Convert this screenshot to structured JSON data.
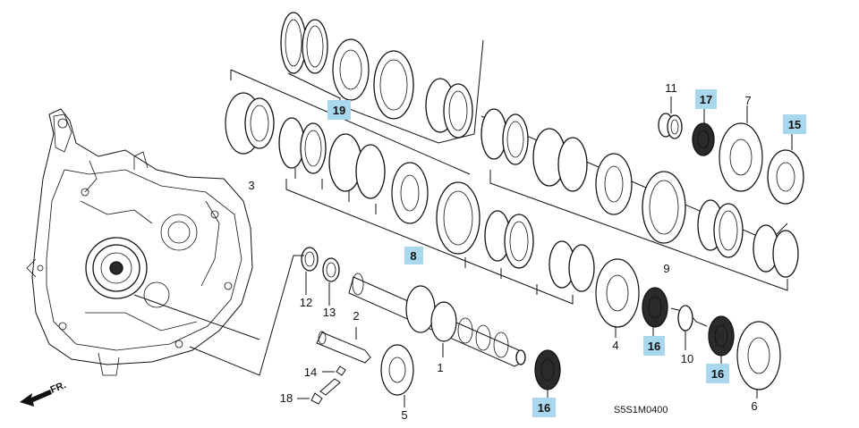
{
  "diagram": {
    "highlight_color": "#a9d8ee",
    "line_color": "#111111",
    "callouts": [
      {
        "id": "c1",
        "text": "1",
        "highlighted": false
      },
      {
        "id": "c2",
        "text": "2",
        "highlighted": false
      },
      {
        "id": "c3",
        "text": "3",
        "highlighted": false
      },
      {
        "id": "c4",
        "text": "4",
        "highlighted": false
      },
      {
        "id": "c5",
        "text": "5",
        "highlighted": false
      },
      {
        "id": "c6",
        "text": "6",
        "highlighted": false
      },
      {
        "id": "c7",
        "text": "7",
        "highlighted": false
      },
      {
        "id": "c8",
        "text": "8",
        "highlighted": true
      },
      {
        "id": "c9",
        "text": "9",
        "highlighted": false
      },
      {
        "id": "c10",
        "text": "10",
        "highlighted": false
      },
      {
        "id": "c11",
        "text": "11",
        "highlighted": false
      },
      {
        "id": "c12",
        "text": "12",
        "highlighted": false
      },
      {
        "id": "c13",
        "text": "13",
        "highlighted": false
      },
      {
        "id": "c14",
        "text": "14",
        "highlighted": false
      },
      {
        "id": "c15",
        "text": "15",
        "highlighted": true
      },
      {
        "id": "c16a",
        "text": "16",
        "highlighted": true
      },
      {
        "id": "c16b",
        "text": "16",
        "highlighted": true
      },
      {
        "id": "c16c",
        "text": "16",
        "highlighted": true
      },
      {
        "id": "c17",
        "text": "17",
        "highlighted": true
      },
      {
        "id": "c18",
        "text": "18",
        "highlighted": false
      },
      {
        "id": "c19",
        "text": "19",
        "highlighted": true
      }
    ],
    "diagram_code": "S5S1M0400",
    "direction_label": "FR."
  }
}
